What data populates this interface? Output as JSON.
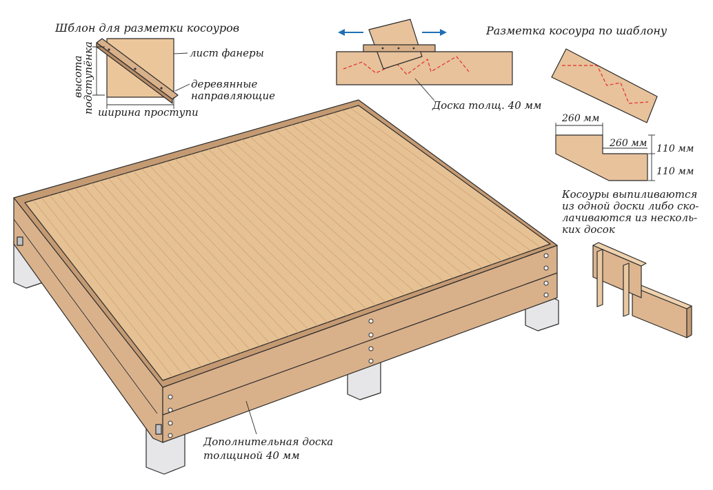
{
  "labels": {
    "template_title": "Шблон для разметки косоуров",
    "plywood": "лист фанеры",
    "rails_1": "деревянные",
    "rails_2": "направляющие",
    "riser_1": "высота",
    "riser_2": "подступёнка",
    "tread_width": "ширина проступи",
    "marking_title": "Разметка косоура по шаблону",
    "board": "Доска толщ. 40 мм",
    "dim_top": "260 мм",
    "dim_inner": "260 мм",
    "dim_h1": "110 мм",
    "dim_h2": "110 мм",
    "note_1": "Косоуры выпиливаются",
    "note_2": "из одной доски либо ско-",
    "note_3": "лачиваются из несколь-",
    "note_4": "ких досок",
    "extra_1": "Дополнительная доска",
    "extra_2": "толщиной 40 мм"
  },
  "colors": {
    "wood_top": "#e6c193",
    "wood_side": "#d9b28c",
    "wood_front": "#d8b08a",
    "frame_dark": "#c49a73",
    "concrete": "#e6e6e8",
    "arrow": "#1e6fb5",
    "marking": "#e0302a"
  }
}
